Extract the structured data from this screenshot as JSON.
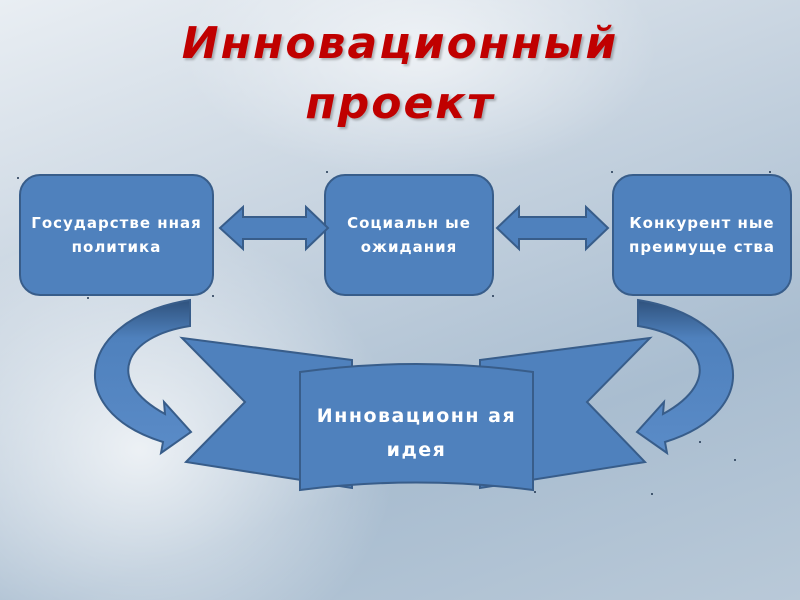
{
  "title": {
    "line1": "Инновационный",
    "line2": "проект"
  },
  "boxes": {
    "government_policy": "Государстве нная политика",
    "social_expectations": "Социальн ые ожидания",
    "competitive_advantages": "Конкурент ные преимуще ства"
  },
  "center": {
    "label": "Инновационн ая идея"
  },
  "colors": {
    "shape_fill": "#4f81bd",
    "shape_stroke": "#385d8a",
    "title": "#c00000",
    "text": "#ffffff"
  }
}
